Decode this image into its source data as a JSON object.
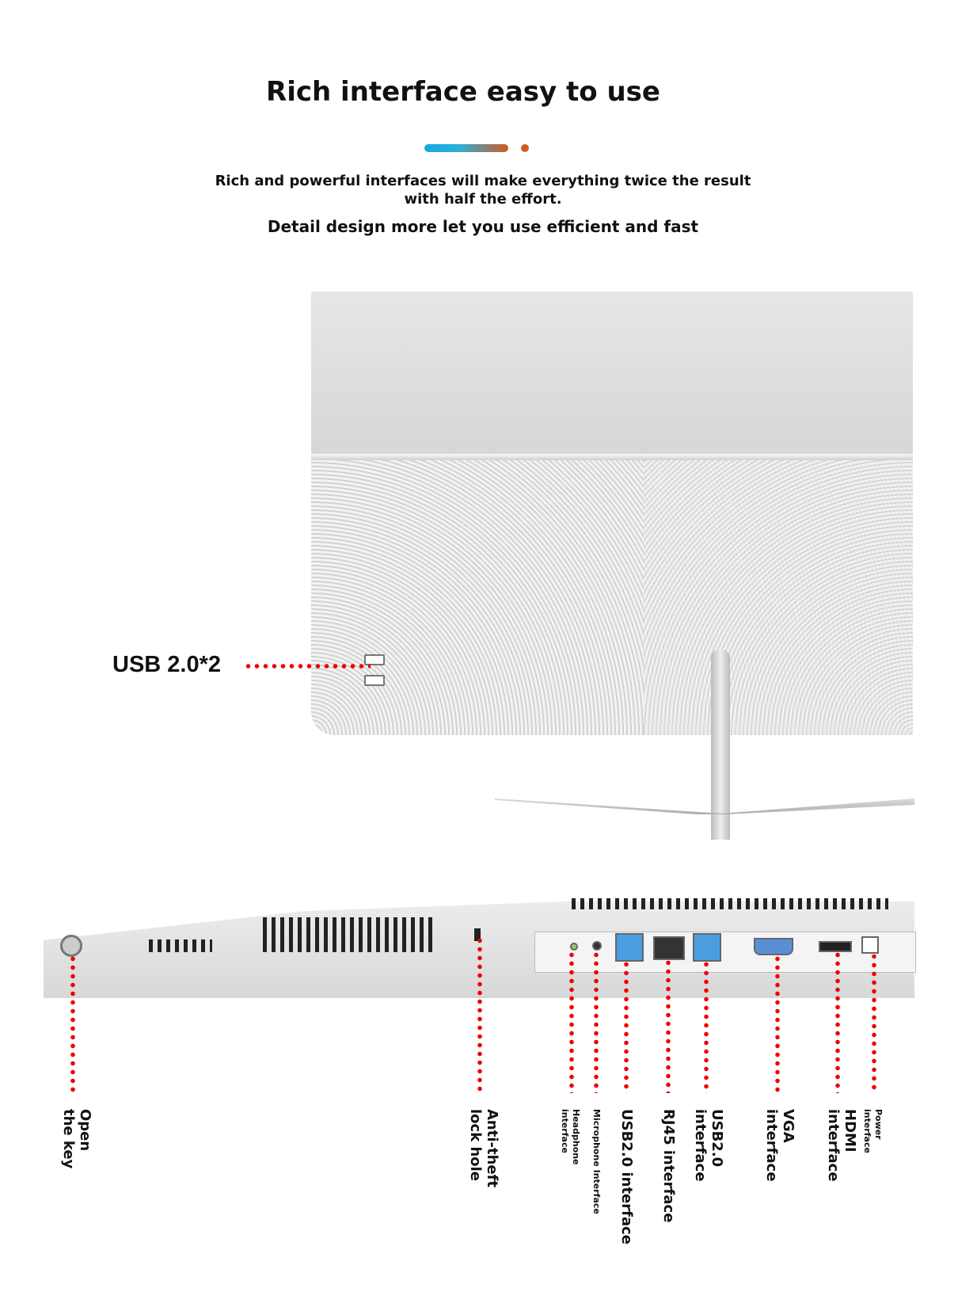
{
  "header": {
    "title": "Rich interface easy to use",
    "subtitle_1": "Rich and powerful interfaces will make everything twice the result with half the effort.",
    "subtitle_2": "Detail design more let you use efficient and fast",
    "accent_colors": [
      "#1aa9de",
      "#d35a22"
    ]
  },
  "side_callout": {
    "label": "USB 2.0*2",
    "dot_color": "#e00000"
  },
  "bottom_callouts": [
    {
      "label": "Open the key"
    },
    {
      "label": "Anti-theft lock hole"
    },
    {
      "label": "Headphone interface"
    },
    {
      "label": "Microphone Interface"
    },
    {
      "label": "USB2.0 interface"
    },
    {
      "label": "RJ45 interface"
    },
    {
      "label": "USB2.0 interface"
    },
    {
      "label": "VGA interface"
    },
    {
      "label": "HDMI interface"
    },
    {
      "label": "Power interface"
    }
  ]
}
